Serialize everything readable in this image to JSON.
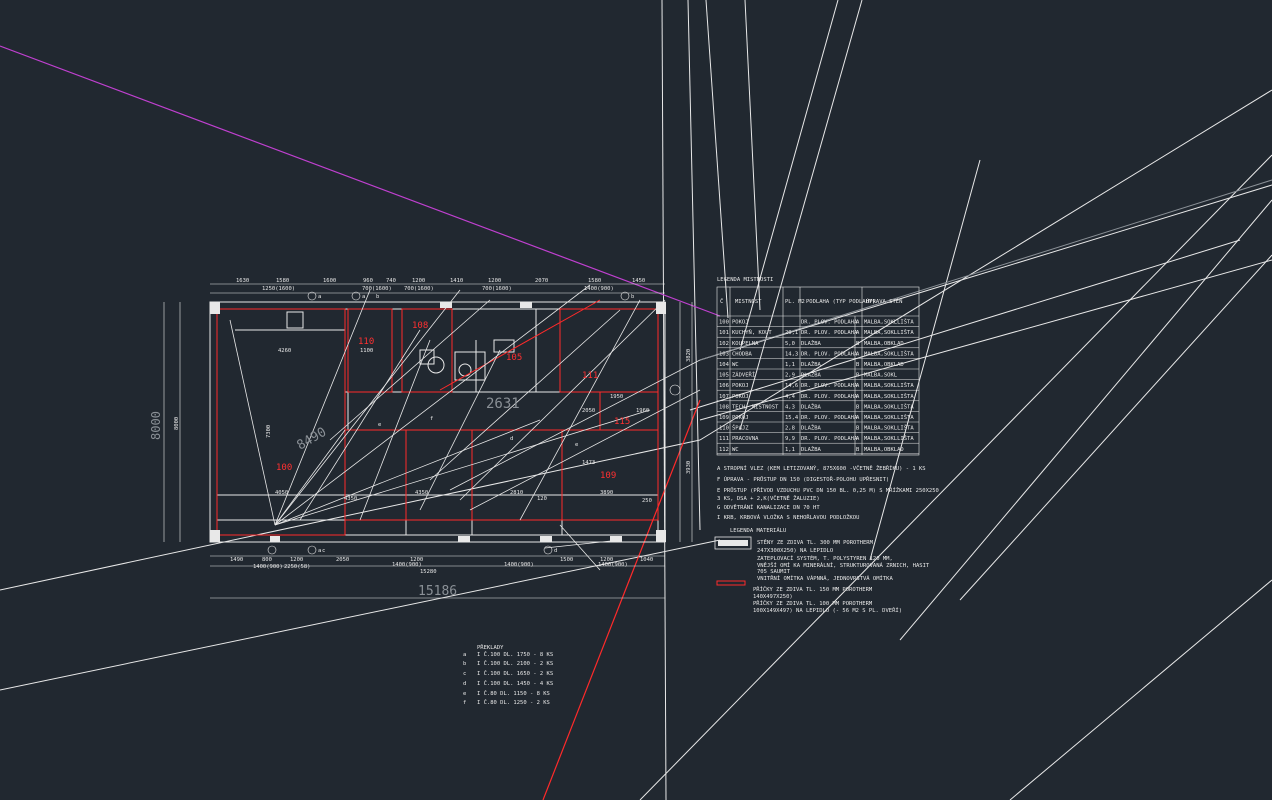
{
  "colors": {
    "background": "#212830",
    "line": "#e8e8e8",
    "red": "#ff2a2a",
    "magenta": "#c040d0",
    "grey": "#8a9096"
  },
  "plan": {
    "top_dims": [
      "1630",
      "1580",
      "1600",
      "960",
      "740",
      "1200",
      "1410",
      "1200",
      "2070",
      "1580",
      "1450"
    ],
    "top_sub_dims": [
      "1250(1600)",
      "700(1600)",
      "700(1600)",
      "700(1600)",
      "1400(900)"
    ],
    "bottom_dims": [
      "1490",
      "800",
      "1200",
      "2050",
      "1200",
      "1500",
      "1200",
      "1040"
    ],
    "bottom_sub_dims": [
      "1400(900)",
      "2250(58)",
      "1400(900)",
      "1400(900)",
      "1400(900)"
    ],
    "overall_width": "15186",
    "overall_width_inner": "15280",
    "overall_height": "8000",
    "overall_height_inner": "8000",
    "right_dims": [
      "3820",
      "3930"
    ],
    "rooms": [
      "110",
      "108",
      "111",
      "105",
      "100",
      "109",
      "115"
    ],
    "inner_dims": [
      "4260",
      "4050",
      "4350",
      "2810",
      "3890",
      "7300",
      "1100",
      "2050",
      "1950",
      "1960",
      "1473",
      "120",
      "250",
      "4350"
    ],
    "big_overlay_text": "2631",
    "grey_overlay_text": "8490",
    "door_marks": [
      "a",
      "a",
      "b",
      "b",
      "a",
      "c",
      "d",
      "e",
      "f",
      "d",
      "e"
    ]
  },
  "room_legend": {
    "title": "LEGENDA MISTNOSTI",
    "headers": [
      "Č",
      "MISTNOST",
      "PL. M2",
      "PODLAHA (TYP PODLAHY)",
      "ÚPRAVA STĚN"
    ],
    "rows": [
      [
        "100",
        "POKOJ",
        "",
        "DR. PLOV. PODLAHA",
        "A",
        "MALBA,SOKLLIŠTA"
      ],
      [
        "101",
        "KUCHYŇ, KOUT",
        "20,1",
        "DR. PLOV. PODLAHA",
        "A",
        "MALBA,SOKLLIŠTA"
      ],
      [
        "102",
        "KOUPELNA",
        "5,0",
        "DLAŽBA",
        "B",
        "MALBA,OBKLAD"
      ],
      [
        "103",
        "CHODBA",
        "14,3",
        "DR. PLOV. PODLAHA",
        "A",
        "MALBA,SOKLLIŠTA"
      ],
      [
        "104",
        "WC",
        "1,1",
        "DLAŽBA",
        "B",
        "MALBA,OBKLAD"
      ],
      [
        "105",
        "ZÁDVEŘÍ",
        "2,9",
        "DLAŽBA",
        "B",
        "MALBA,SOKL"
      ],
      [
        "106",
        "POKOJ",
        "14,6",
        "DR. PLOV. PODLAHA",
        "A",
        "MALBA,SOKLLIŠTA"
      ],
      [
        "107",
        "POKOJ",
        "4,4",
        "DR. PLOV. PODLAHA",
        "A",
        "MALBA,SOKLLIŠTA"
      ],
      [
        "108",
        "TECH. MISTNOST",
        "4,3",
        "DLAŽBA",
        "B",
        "MALBA,SOKLLIŠTA"
      ],
      [
        "109",
        "POKOJ",
        "15,4",
        "DR. PLOV. PODLAHA",
        "A",
        "MALBA,SOKLLIŠTA"
      ],
      [
        "110",
        "ŠPAJZ",
        "2,8",
        "DLAŽBA",
        "B",
        "MALBA,SOKLLIŠTA"
      ],
      [
        "111",
        "PRACOVNA",
        "9,9",
        "DR. PLOV. PODLAHA",
        "A",
        "MALBA,SOKLLIŠTA"
      ],
      [
        "112",
        "WC",
        "1,1",
        "DLAŽBA",
        "B",
        "MALBA,OBKLAD"
      ]
    ]
  },
  "notes": [
    "A   STROPNÍ VLEZ (KEM LETIZOVANÝ, 875X600 -VČETNĚ ŽEBŘÍKU) - 1 KS",
    "F   ÚPRAVA - PRŮSTUP DN 150  (DIGESTOŘ-POLOHU UPŘESNIT)",
    "E   PRŮSTUP (PŘÍVOD VZDUCHU PVC DN 150 BL. 0,25 M) S MŘÍŽKAMI 250X250",
    "    3 KS, DSA + 2,K(VČETNĚ ŽALUZIE)",
    "G   ODVĚTRÁNÍ KANALIZACE DN 70 HT",
    "I   KRB, KRBOVÁ VLOŽKA S NEHOŘLAVOU PODLOŽKOU"
  ],
  "material_legend": {
    "title": "LEGENDA MATERIÁLU",
    "item1": [
      "STĚNY  ZE ZDIVA TL. 300 MM POROTHERM",
      "247X300X250) NA LEPIDLO",
      "ZATEPLOVACÍ SYSTÉM, T. POLYSTYREN 120 MM,",
      "VNĚJŠÍ OMÍ KA MINERÁLNÍ, STRUKTUROVANÁ ZRNICH, HASIT",
      "705 SAUMIT",
      "VNITŘNÍ OMÍTKA VÁPNNÁ, JEDNOVRSTVÁ OMÍTKA"
    ],
    "item2": [
      "PŘÍČKY  ZE ZDIVA TL. 150  MM  POROTHERM",
      "140X497X250)",
      "PŘÍČKY  ZE ZDIVA TL. 100  MM POROTHERM",
      "100X149X497) NA LEPIDLO (-   56 M2 S PL. DVEŘÍ)"
    ]
  },
  "lintels": {
    "title": "PŘEKLADY",
    "rows": [
      [
        "a",
        "I Č.100 DL. 1750 - 8 KS"
      ],
      [
        "b",
        "I Č.100 DL. 2100 - 2 KS"
      ],
      [
        "c",
        "I Č.100 DL. 1650 - 2 KS"
      ],
      [
        "d",
        "I Č.100 DL. 1450 - 4 KS"
      ],
      [
        "e",
        "I Č.80 DL. 1150 - 8 KS"
      ],
      [
        "f",
        "I Č.80 DL. 1250 - 2 KS"
      ]
    ]
  }
}
